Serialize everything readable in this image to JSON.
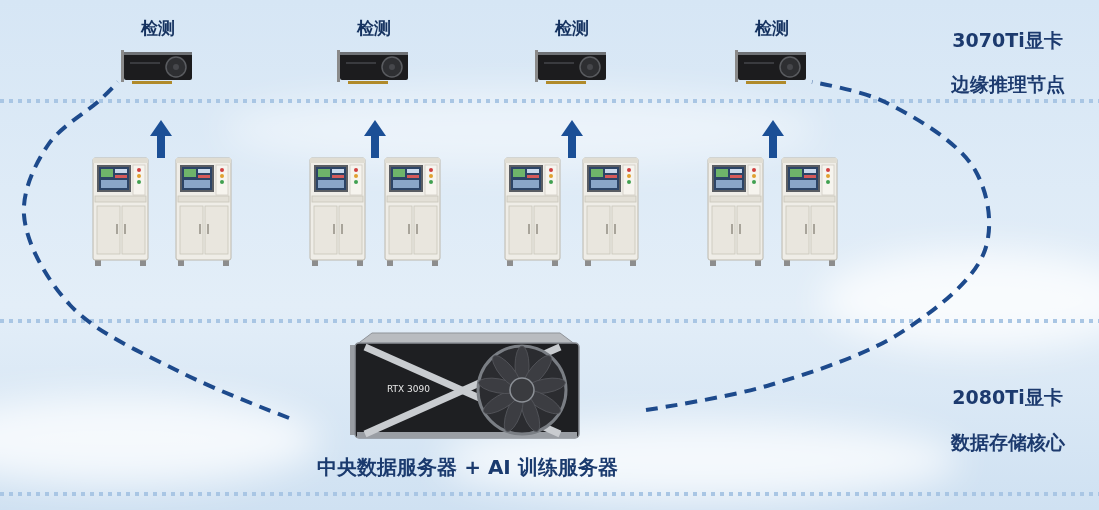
{
  "diagram": {
    "nodes": [
      {
        "text": [
          "检测"
        ]
      },
      {
        "text": [
          "检测"
        ]
      },
      {
        "text": [
          "检测"
        ]
      },
      {
        "text": [
          "检测"
        ]
      },
      {
        "text": [
          "RTX 3090",
          "中央数据服务器 + AI 训练服务器"
        ]
      }
    ],
    "edges": [
      {
        "from": 4,
        "to": 0,
        "arrow": "none"
      },
      {
        "from": 4,
        "to": 3,
        "arrow": "none"
      }
    ],
    "labels": [
      "3070Ti显卡",
      "边缘推理节点",
      "2080Ti显卡",
      "数据存储核心"
    ]
  }
}
